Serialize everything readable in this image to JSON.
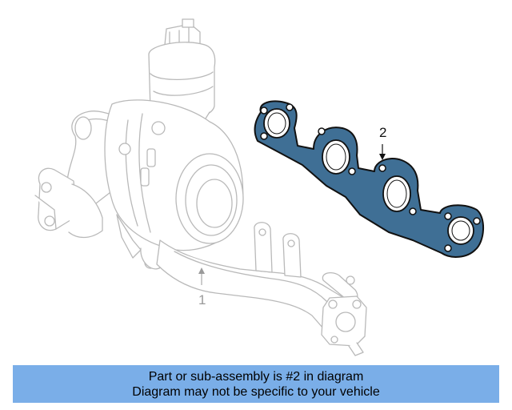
{
  "diagram": {
    "callouts": [
      {
        "number": "1",
        "part": "turbocharger-with-exhaust-manifold",
        "highlighted": false
      },
      {
        "number": "2",
        "part": "exhaust-manifold-gasket",
        "highlighted": true
      }
    ],
    "colors": {
      "highlight_fill": "#3f6f95",
      "outline": "#111111",
      "ghost_outline": "#b9b9b9",
      "caption_background": "#7aaee8"
    }
  },
  "caption": {
    "line1": "Part or sub-assembly is #2 in diagram",
    "line2": "Diagram may not be specific to your vehicle"
  }
}
